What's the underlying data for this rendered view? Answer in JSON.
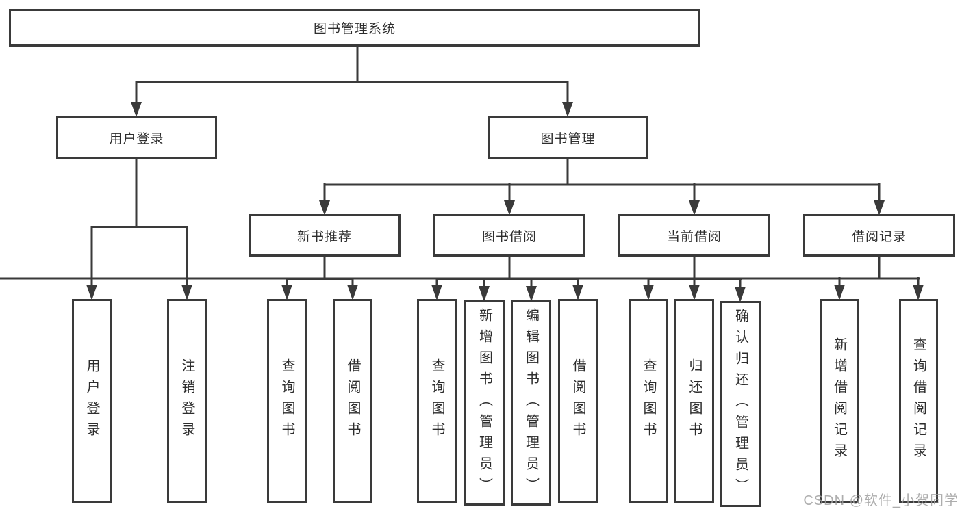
{
  "tree": {
    "root": {
      "label": "图书管理系统",
      "children": [
        {
          "label": "用户登录",
          "children": [
            {
              "label": "用户登录"
            },
            {
              "label": "注销登录"
            }
          ]
        },
        {
          "label": "图书管理",
          "children": [
            {
              "label": "新书推荐",
              "children": [
                {
                  "label": "查询图书"
                },
                {
                  "label": "借阅图书"
                }
              ]
            },
            {
              "label": "图书借阅",
              "children": [
                {
                  "label": "查询图书"
                },
                {
                  "label": "新增图书（管理员）"
                },
                {
                  "label": "编辑图书（管理员）"
                },
                {
                  "label": "借阅图书"
                }
              ]
            },
            {
              "label": "当前借阅",
              "children": [
                {
                  "label": "查询图书"
                },
                {
                  "label": "归还图书"
                },
                {
                  "label": "确认归还（管理员）"
                }
              ]
            },
            {
              "label": "借阅记录",
              "children": [
                {
                  "label": "新增借阅记录"
                },
                {
                  "label": "查询借阅记录"
                }
              ]
            }
          ]
        }
      ]
    }
  },
  "colors": {
    "line": "#3a3a3a",
    "box_border": "#3a3a3a",
    "text": "#2d2d2d",
    "watermark": "#9f9f9f",
    "background": "#ffffff"
  },
  "watermark": {
    "text": "CSDN @软件_小贺同学"
  }
}
